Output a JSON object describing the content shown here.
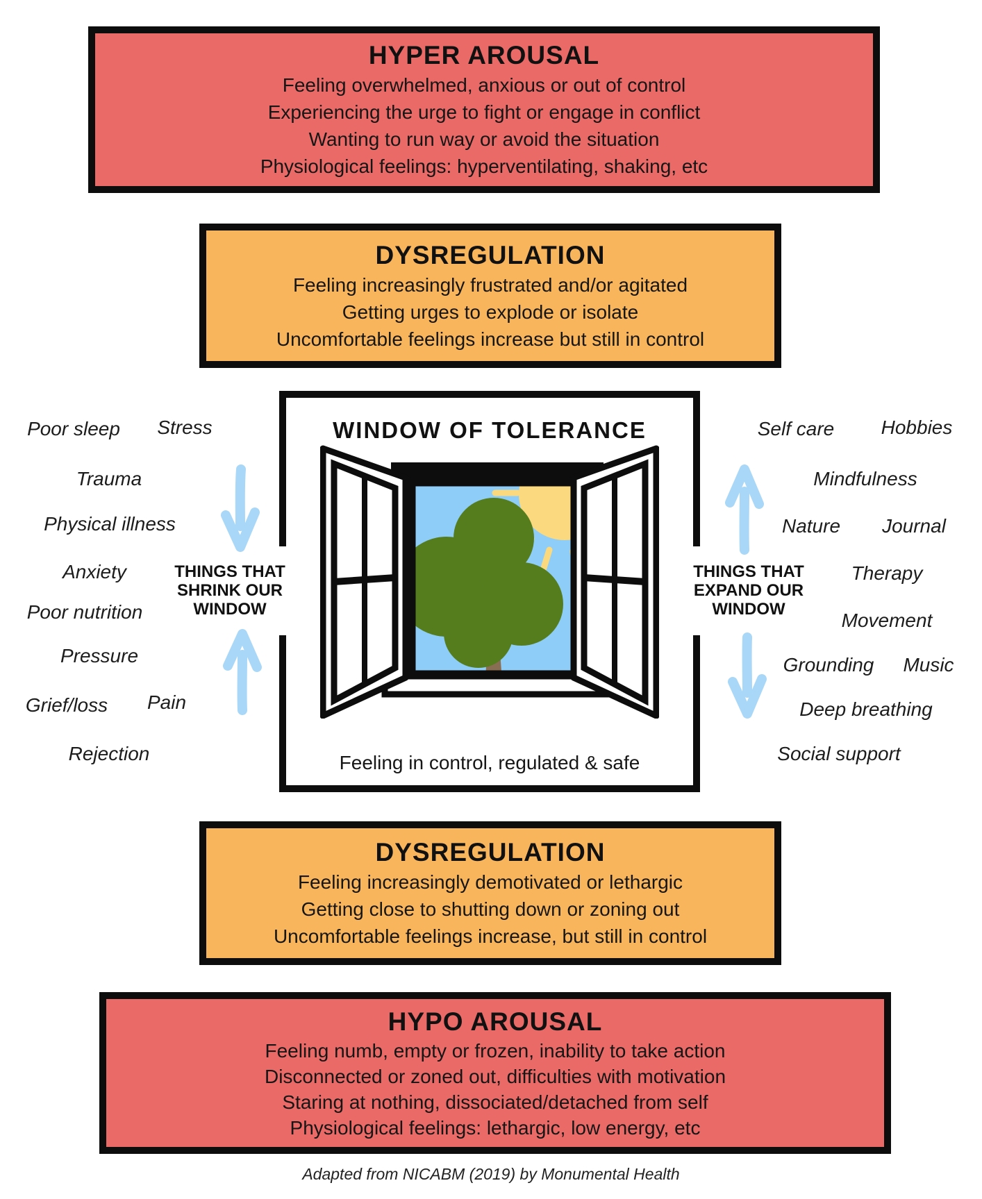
{
  "boxes": {
    "hyper": {
      "title": "HYPER AROUSAL",
      "lines": [
        "Feeling overwhelmed, anxious or out of control",
        "Experiencing the urge to fight or engage in conflict",
        "Wanting to run way or avoid the situation",
        "Physiological feelings: hyperventilating, shaking, etc"
      ]
    },
    "dys_top": {
      "title": "DYSREGULATION",
      "lines": [
        "Feeling increasingly frustrated and/or agitated",
        "Getting urges to explode or isolate",
        "Uncomfortable feelings increase but still in control"
      ]
    },
    "dys_bottom": {
      "title": "DYSREGULATION",
      "lines": [
        "Feeling increasingly demotivated or lethargic",
        "Getting close to shutting down or zoning out",
        "Uncomfortable feelings increase, but still in control"
      ]
    },
    "hypo": {
      "title": "HYPO AROUSAL",
      "lines": [
        "Feeling numb, empty or frozen, inability to take action",
        "Disconnected or zoned out, difficulties with motivation",
        "Staring at nothing, dissociated/detached from self",
        "Physiological feelings: lethargic, low energy, etc"
      ]
    }
  },
  "window": {
    "title": "WINDOW OF TOLERANCE",
    "caption": "Feeling in control, regulated & safe",
    "shrink_label": {
      "lines": [
        "THINGS THAT",
        "SHRINK OUR",
        "WINDOW"
      ]
    },
    "expand_label": {
      "lines": [
        "THINGS THAT",
        "EXPAND OUR",
        "WINDOW"
      ]
    },
    "shrink_items": [
      "Poor sleep",
      "Stress",
      "Trauma",
      "Physical illness",
      "Anxiety",
      "Poor nutrition",
      "Pressure",
      "Grief/loss",
      "Pain",
      "Rejection"
    ],
    "expand_items": [
      "Self care",
      "Hobbies",
      "Mindfulness",
      "Nature",
      "Journal",
      "Therapy",
      "Movement",
      "Grounding",
      "Music",
      "Deep breathing",
      "Social support"
    ]
  },
  "footer": {
    "text": "Adapted from NICABM (2019) by Monumental Health"
  },
  "colors": {
    "red": "#ea6a67",
    "orange": "#f9b55c",
    "border_black": "#0d0d0d",
    "arrow_blue": "#a9d7f8",
    "sky_blue": "#8ecdf8",
    "sun_yellow": "#fbd97e",
    "tree_green": "#567d1d",
    "trunk_brown": "#8a6e54"
  }
}
